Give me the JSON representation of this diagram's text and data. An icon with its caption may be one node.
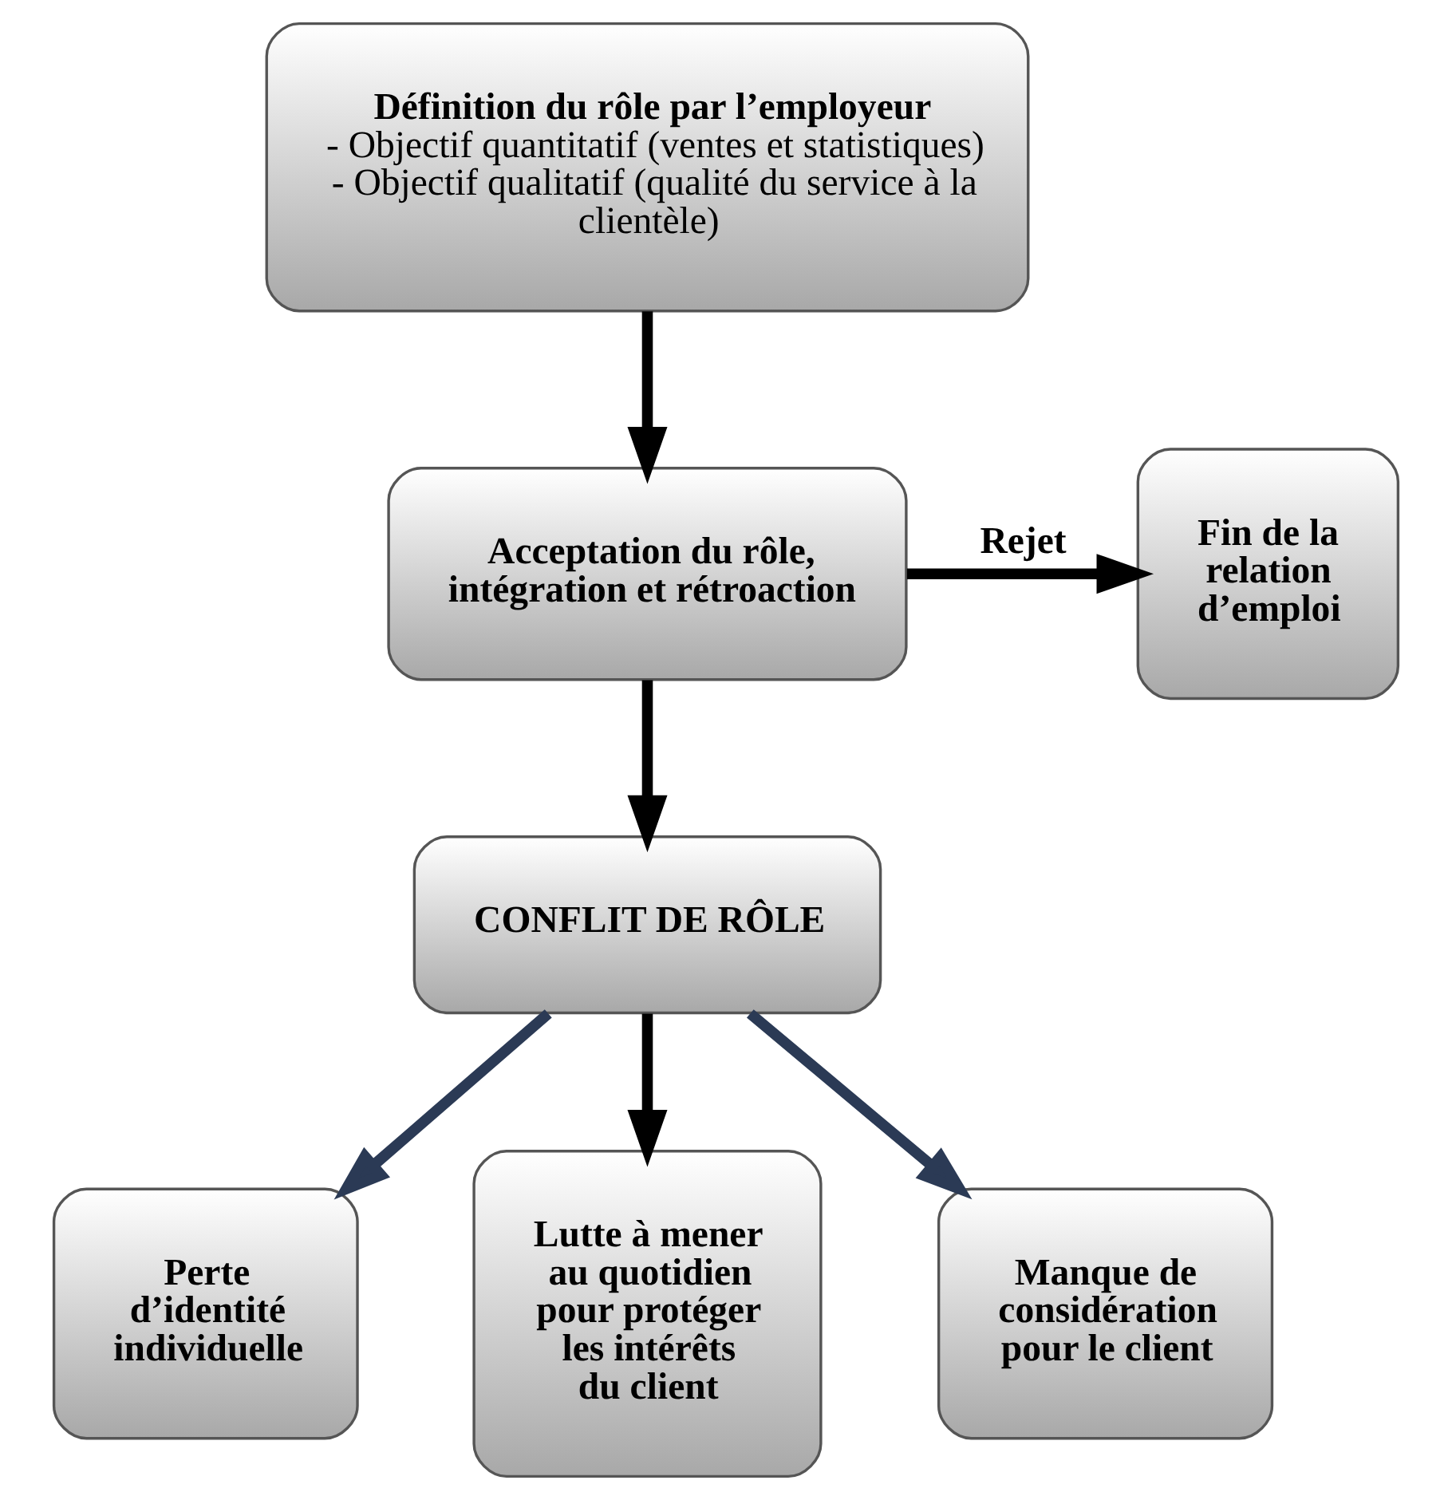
{
  "diagram": {
    "nodes": [
      {
        "text": [
          "Définition du rôle par l’employeur",
          "- Objectif quantitatif (ventes et statistiques)",
          "- Objectif qualitatif (qualité du service à la clientèle)"
        ]
      },
      {
        "text": [
          "Acceptation du rôle, intégration et rétroaction"
        ]
      },
      {
        "text": [
          "Fin de la relation d’emploi"
        ]
      },
      {
        "text": [
          "CONFLIT DE RÔLE"
        ]
      },
      {
        "text": [
          "Perte d’identité individuelle"
        ]
      },
      {
        "text": [
          "Lutte à mener au quotidien pour protéger les intérêts du client"
        ]
      },
      {
        "text": [
          "Manque de considération pour le client"
        ]
      }
    ],
    "edges": [
      {
        "from": 0,
        "to": 1,
        "arrow": "to"
      },
      {
        "from": 1,
        "to": 3,
        "arrow": "to"
      },
      {
        "from": 1,
        "to": 2,
        "arrow": "to",
        "label": "Rejet"
      },
      {
        "from": 3,
        "to": 4,
        "arrow": "to",
        "color": "#2b3a55"
      },
      {
        "from": 3,
        "to": 5,
        "arrow": "to"
      },
      {
        "from": 3,
        "to": 6,
        "arrow": "to",
        "color": "#2b3a55"
      }
    ]
  }
}
